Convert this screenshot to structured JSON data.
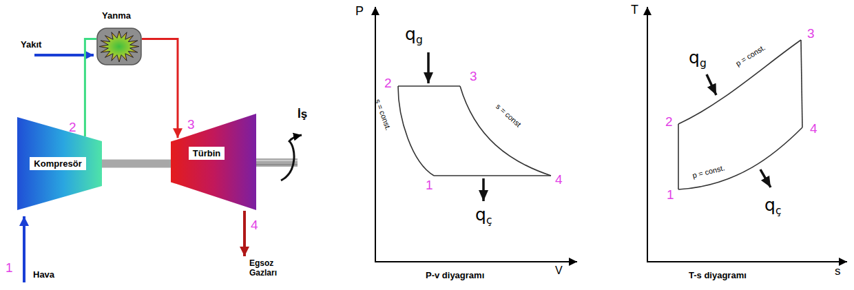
{
  "diagram": {
    "nodes": [
      {
        "text": [
          "Yanma"
        ]
      },
      {
        "text": [
          "Kompresör"
        ]
      },
      {
        "text": [
          "Türbin"
        ]
      }
    ],
    "edges": [
      {
        "from": 1,
        "to": 0,
        "arrow": "none"
      },
      {
        "from": 0,
        "to": 2,
        "arrow": "to"
      },
      {
        "from": 1,
        "to": 2,
        "arrow": "none"
      }
    ],
    "labels": [
      "Yakıt",
      "Hava",
      "Egsoz Gazları",
      "İş",
      "1",
      "2",
      "3",
      "4",
      "P",
      "qg",
      "2",
      "3",
      "s = const.",
      "s = const",
      "1",
      "4",
      "qç",
      "V",
      "P-v diyagramı",
      "T",
      "3",
      "qg",
      "p = const.",
      "2",
      "4",
      "1",
      "p = const.",
      "qç",
      "T-s diyagramı",
      "s"
    ]
  }
}
